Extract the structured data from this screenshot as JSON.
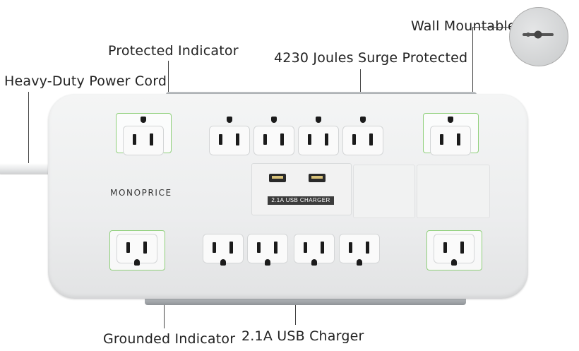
{
  "labels": {
    "wall_mountable": "Wall Mountable",
    "protected_indicator": "Protected Indicator",
    "joules": "4230 Joules Surge Protected",
    "power_cord": "Heavy-Duty Power Cord",
    "grounded_indicator": "Grounded Indicator",
    "usb_charger": "2.1A USB Charger"
  },
  "device": {
    "brand": "MONOPRICE",
    "usb_panel_text": "2.1A USB CHARGER"
  },
  "colors": {
    "outlet_frame": "#8fd07a",
    "body": "#eeeff0"
  }
}
